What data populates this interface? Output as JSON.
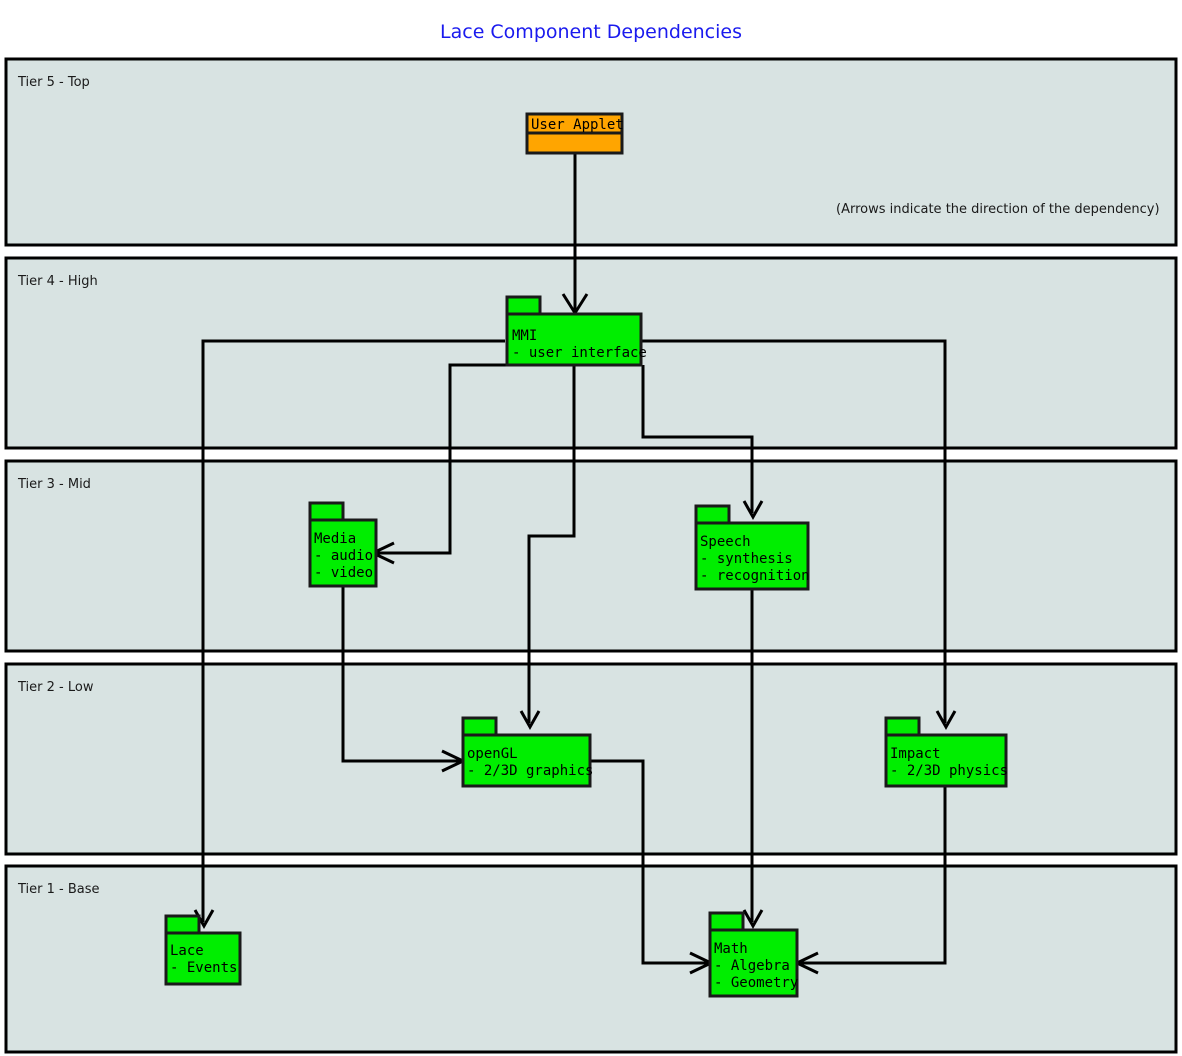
{
  "title": "Lace Component Dependencies",
  "note": "(Arrows indicate the direction of the dependency)",
  "colors": {
    "title": "#1a1aee",
    "tier_fill": "#d8e3e2",
    "package_green": "#00ee00",
    "package_orange": "#ffa500",
    "outline": "#000000"
  },
  "tiers": [
    {
      "label": "Tier 5 - Top"
    },
    {
      "label": "Tier 4 - High"
    },
    {
      "label": "Tier 3 - Mid"
    },
    {
      "label": "Tier 2 - Low"
    },
    {
      "label": "Tier 1 - Base"
    }
  ],
  "packages": [
    {
      "id": "user-applet",
      "name": "User Applet",
      "items": [],
      "tier": "Tier 5 - Top",
      "color": "#ffa500"
    },
    {
      "id": "mmi",
      "name": "MMI",
      "items": [
        "- user interface"
      ],
      "tier": "Tier 4 - High",
      "color": "#00ee00"
    },
    {
      "id": "media",
      "name": "Media",
      "items": [
        "- audio",
        "- video"
      ],
      "tier": "Tier 3 - Mid",
      "color": "#00ee00"
    },
    {
      "id": "speech",
      "name": "Speech",
      "items": [
        "- synthesis",
        "- recognition"
      ],
      "tier": "Tier 3 - Mid",
      "color": "#00ee00"
    },
    {
      "id": "opengl",
      "name": "openGL",
      "items": [
        "- 2/3D graphics"
      ],
      "tier": "Tier 2 - Low",
      "color": "#00ee00"
    },
    {
      "id": "impact",
      "name": "Impact",
      "items": [
        "- 2/3D physics"
      ],
      "tier": "Tier 2 - Low",
      "color": "#00ee00"
    },
    {
      "id": "lace",
      "name": "Lace",
      "items": [
        "- Events"
      ],
      "tier": "Tier 1 - Base",
      "color": "#00ee00"
    },
    {
      "id": "math",
      "name": "Math",
      "items": [
        "- Algebra",
        "- Geometry"
      ],
      "tier": "Tier 1 - Base",
      "color": "#00ee00"
    }
  ],
  "dependencies": [
    {
      "from": "user-applet",
      "to": "mmi"
    },
    {
      "from": "mmi",
      "to": "media"
    },
    {
      "from": "mmi",
      "to": "speech"
    },
    {
      "from": "mmi",
      "to": "opengl"
    },
    {
      "from": "mmi",
      "to": "impact"
    },
    {
      "from": "mmi",
      "to": "lace"
    },
    {
      "from": "media",
      "to": "opengl"
    },
    {
      "from": "speech",
      "to": "math"
    },
    {
      "from": "opengl",
      "to": "math"
    },
    {
      "from": "impact",
      "to": "math"
    }
  ]
}
